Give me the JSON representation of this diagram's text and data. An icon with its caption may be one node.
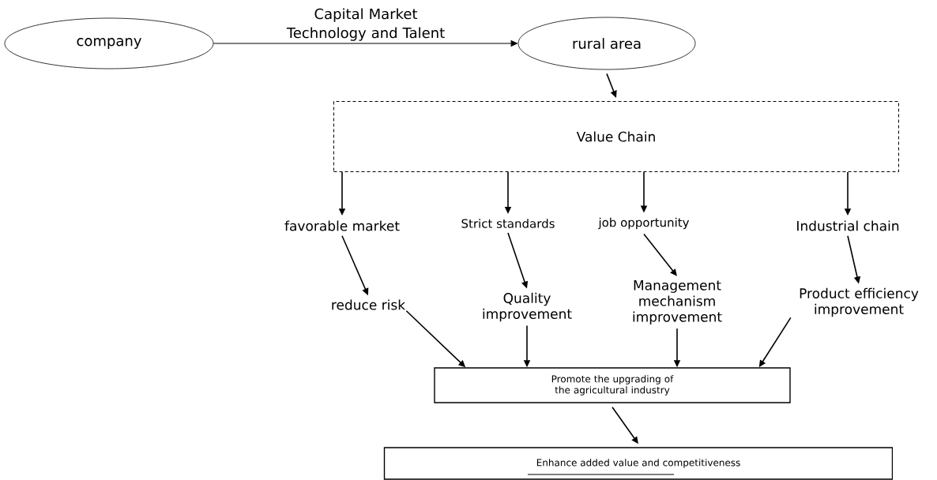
{
  "diagram": {
    "nodes": [
      {
        "text": [
          "company"
        ]
      },
      {
        "text": [
          "rural area"
        ]
      },
      {
        "text": [
          "Value Chain"
        ]
      },
      {
        "text": [
          "favorable market"
        ]
      },
      {
        "text": [
          "Strict standards"
        ]
      },
      {
        "text": [
          "job opportunity"
        ]
      },
      {
        "text": [
          "Industrial chain"
        ]
      },
      {
        "text": [
          "reduce risk"
        ]
      },
      {
        "text": [
          "Quality improvement"
        ]
      },
      {
        "text": [
          "Management mechanism improvement"
        ]
      },
      {
        "text": [
          "Product efficiency improvement"
        ]
      },
      {
        "text": [
          "Promote the upgrading of the agricultural industry"
        ]
      },
      {
        "text": [
          "Enhance added value and competitiveness"
        ]
      }
    ],
    "edges": [
      {
        "from": 0,
        "to": 1,
        "arrow": "to",
        "label": "Capital Market Technology and Talent"
      },
      {
        "from": 1,
        "to": 2,
        "arrow": "to"
      },
      {
        "from": 2,
        "to": 3,
        "arrow": "to"
      },
      {
        "from": 2,
        "to": 4,
        "arrow": "to"
      },
      {
        "from": 2,
        "to": 5,
        "arrow": "to"
      },
      {
        "from": 2,
        "to": 6,
        "arrow": "to"
      },
      {
        "from": 3,
        "to": 7,
        "arrow": "to"
      },
      {
        "from": 4,
        "to": 8,
        "arrow": "to"
      },
      {
        "from": 5,
        "to": 9,
        "arrow": "to"
      },
      {
        "from": 6,
        "to": 10,
        "arrow": "to"
      },
      {
        "from": 7,
        "to": 11,
        "arrow": "to"
      },
      {
        "from": 8,
        "to": 11,
        "arrow": "to"
      },
      {
        "from": 9,
        "to": 11,
        "arrow": "to"
      },
      {
        "from": 10,
        "to": 11,
        "arrow": "to"
      },
      {
        "from": 11,
        "to": 12,
        "arrow": "to"
      }
    ]
  }
}
